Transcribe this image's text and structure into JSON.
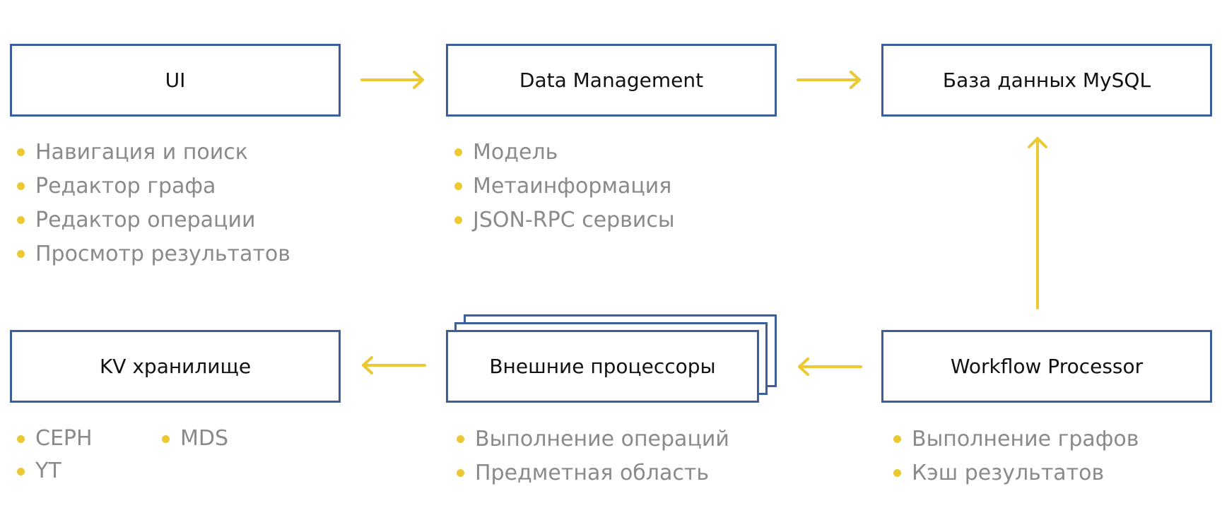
{
  "colors": {
    "box_border": "#3b5f9a",
    "arrow": "#ecc832",
    "bullet": "#ecc832",
    "bullet_text": "#8a8a8a",
    "box_text": "#111111"
  },
  "nodes": {
    "ui": {
      "label": "UI",
      "items": [
        "Навигация и поиск",
        "Редактор графа",
        "Редактор операции",
        "Просмотр результатов"
      ]
    },
    "data_management": {
      "label": "Data Management",
      "items": [
        "Модель",
        "Метаинформация",
        "JSON-RPC сервисы"
      ]
    },
    "mysql": {
      "label": "База данных MySQL"
    },
    "kv": {
      "label": "KV хранилище",
      "items_col1": [
        "CEPH",
        "YT"
      ],
      "items_col2": [
        "MDS"
      ]
    },
    "external": {
      "label": "Внешние процессоры",
      "items": [
        "Выполнение операций",
        "Предметная область"
      ]
    },
    "workflow": {
      "label": "Workflow Processor",
      "items": [
        "Выполнение графов",
        "Кэш результатов"
      ]
    }
  },
  "edges": [
    {
      "from": "ui",
      "to": "data_management"
    },
    {
      "from": "data_management",
      "to": "mysql"
    },
    {
      "from": "workflow",
      "to": "mysql"
    },
    {
      "from": "workflow",
      "to": "external"
    },
    {
      "from": "external",
      "to": "kv"
    }
  ]
}
